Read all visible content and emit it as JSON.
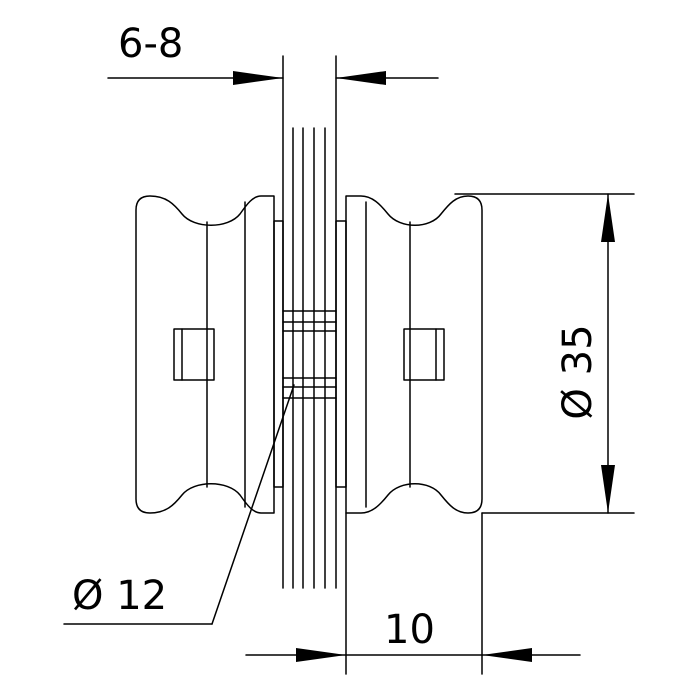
{
  "dimensions": {
    "glass_thickness": "6-8",
    "outer_diameter": "Ø 35",
    "bolt_diameter": "Ø 12",
    "cap_depth": "10"
  },
  "colors": {
    "line": "#000000",
    "background": "#ffffff"
  }
}
